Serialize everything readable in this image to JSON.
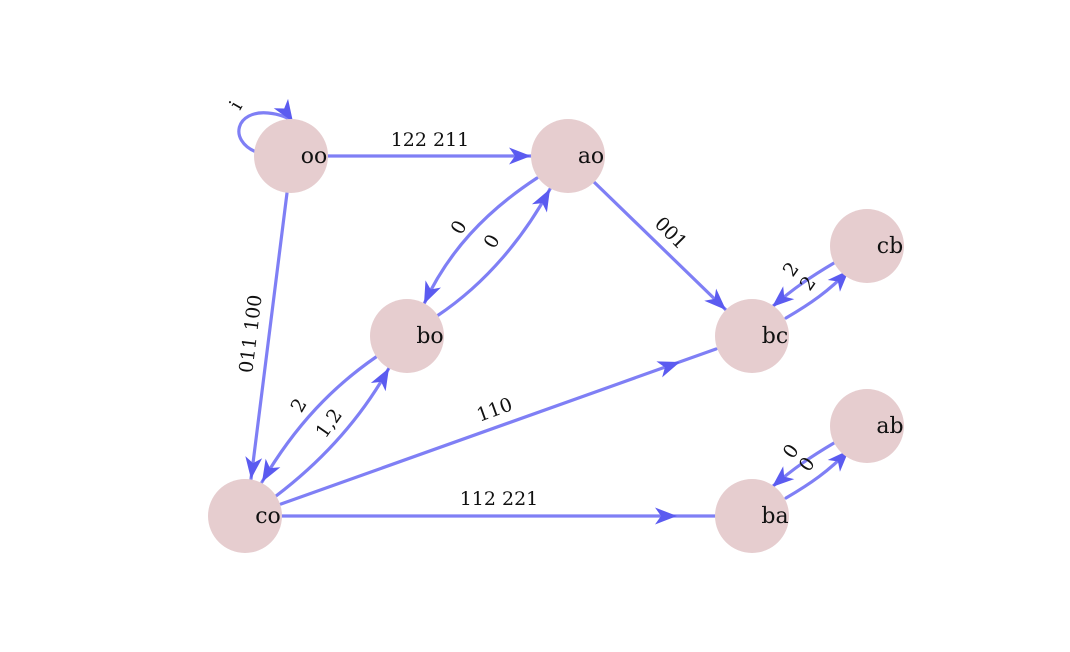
{
  "colors": {
    "node_fill": "#e6cdcf",
    "edge_stroke": "#7f7ff5",
    "arrow_fill": "#5b5bf0"
  },
  "nodes": [
    {
      "id": "oo",
      "label": "oo"
    },
    {
      "id": "ao",
      "label": "ao"
    },
    {
      "id": "bo",
      "label": "bo"
    },
    {
      "id": "bc",
      "label": "bc"
    },
    {
      "id": "cb",
      "label": "cb"
    },
    {
      "id": "co",
      "label": "co"
    },
    {
      "id": "ba",
      "label": "ba"
    },
    {
      "id": "ab",
      "label": "ab"
    }
  ],
  "edges": [
    {
      "id": "oo-oo",
      "from": "oo",
      "to": "oo",
      "label": "i"
    },
    {
      "id": "oo-ao",
      "from": "oo",
      "to": "ao",
      "label": "122 211"
    },
    {
      "id": "oo-co",
      "from": "oo",
      "to": "co",
      "label": "011 100"
    },
    {
      "id": "ao-bo",
      "from": "ao",
      "to": "bo",
      "label": "0"
    },
    {
      "id": "bo-ao",
      "from": "bo",
      "to": "ao",
      "label": "0"
    },
    {
      "id": "ao-bc",
      "from": "ao",
      "to": "bc",
      "label": "001"
    },
    {
      "id": "cb-bc",
      "from": "cb",
      "to": "bc",
      "label": "2"
    },
    {
      "id": "bc-cb",
      "from": "bc",
      "to": "cb",
      "label": "2"
    },
    {
      "id": "bo-co",
      "from": "bo",
      "to": "co",
      "label": "2"
    },
    {
      "id": "co-bo",
      "from": "co",
      "to": "bo",
      "label": "1,2"
    },
    {
      "id": "co-bc",
      "from": "co",
      "to": "bc",
      "label": "110"
    },
    {
      "id": "co-ba",
      "from": "co",
      "to": "ba",
      "label": "112 221"
    },
    {
      "id": "ab-ba",
      "from": "ab",
      "to": "ba",
      "label": "0"
    },
    {
      "id": "ba-ab",
      "from": "ba",
      "to": "ab",
      "label": "0"
    }
  ]
}
